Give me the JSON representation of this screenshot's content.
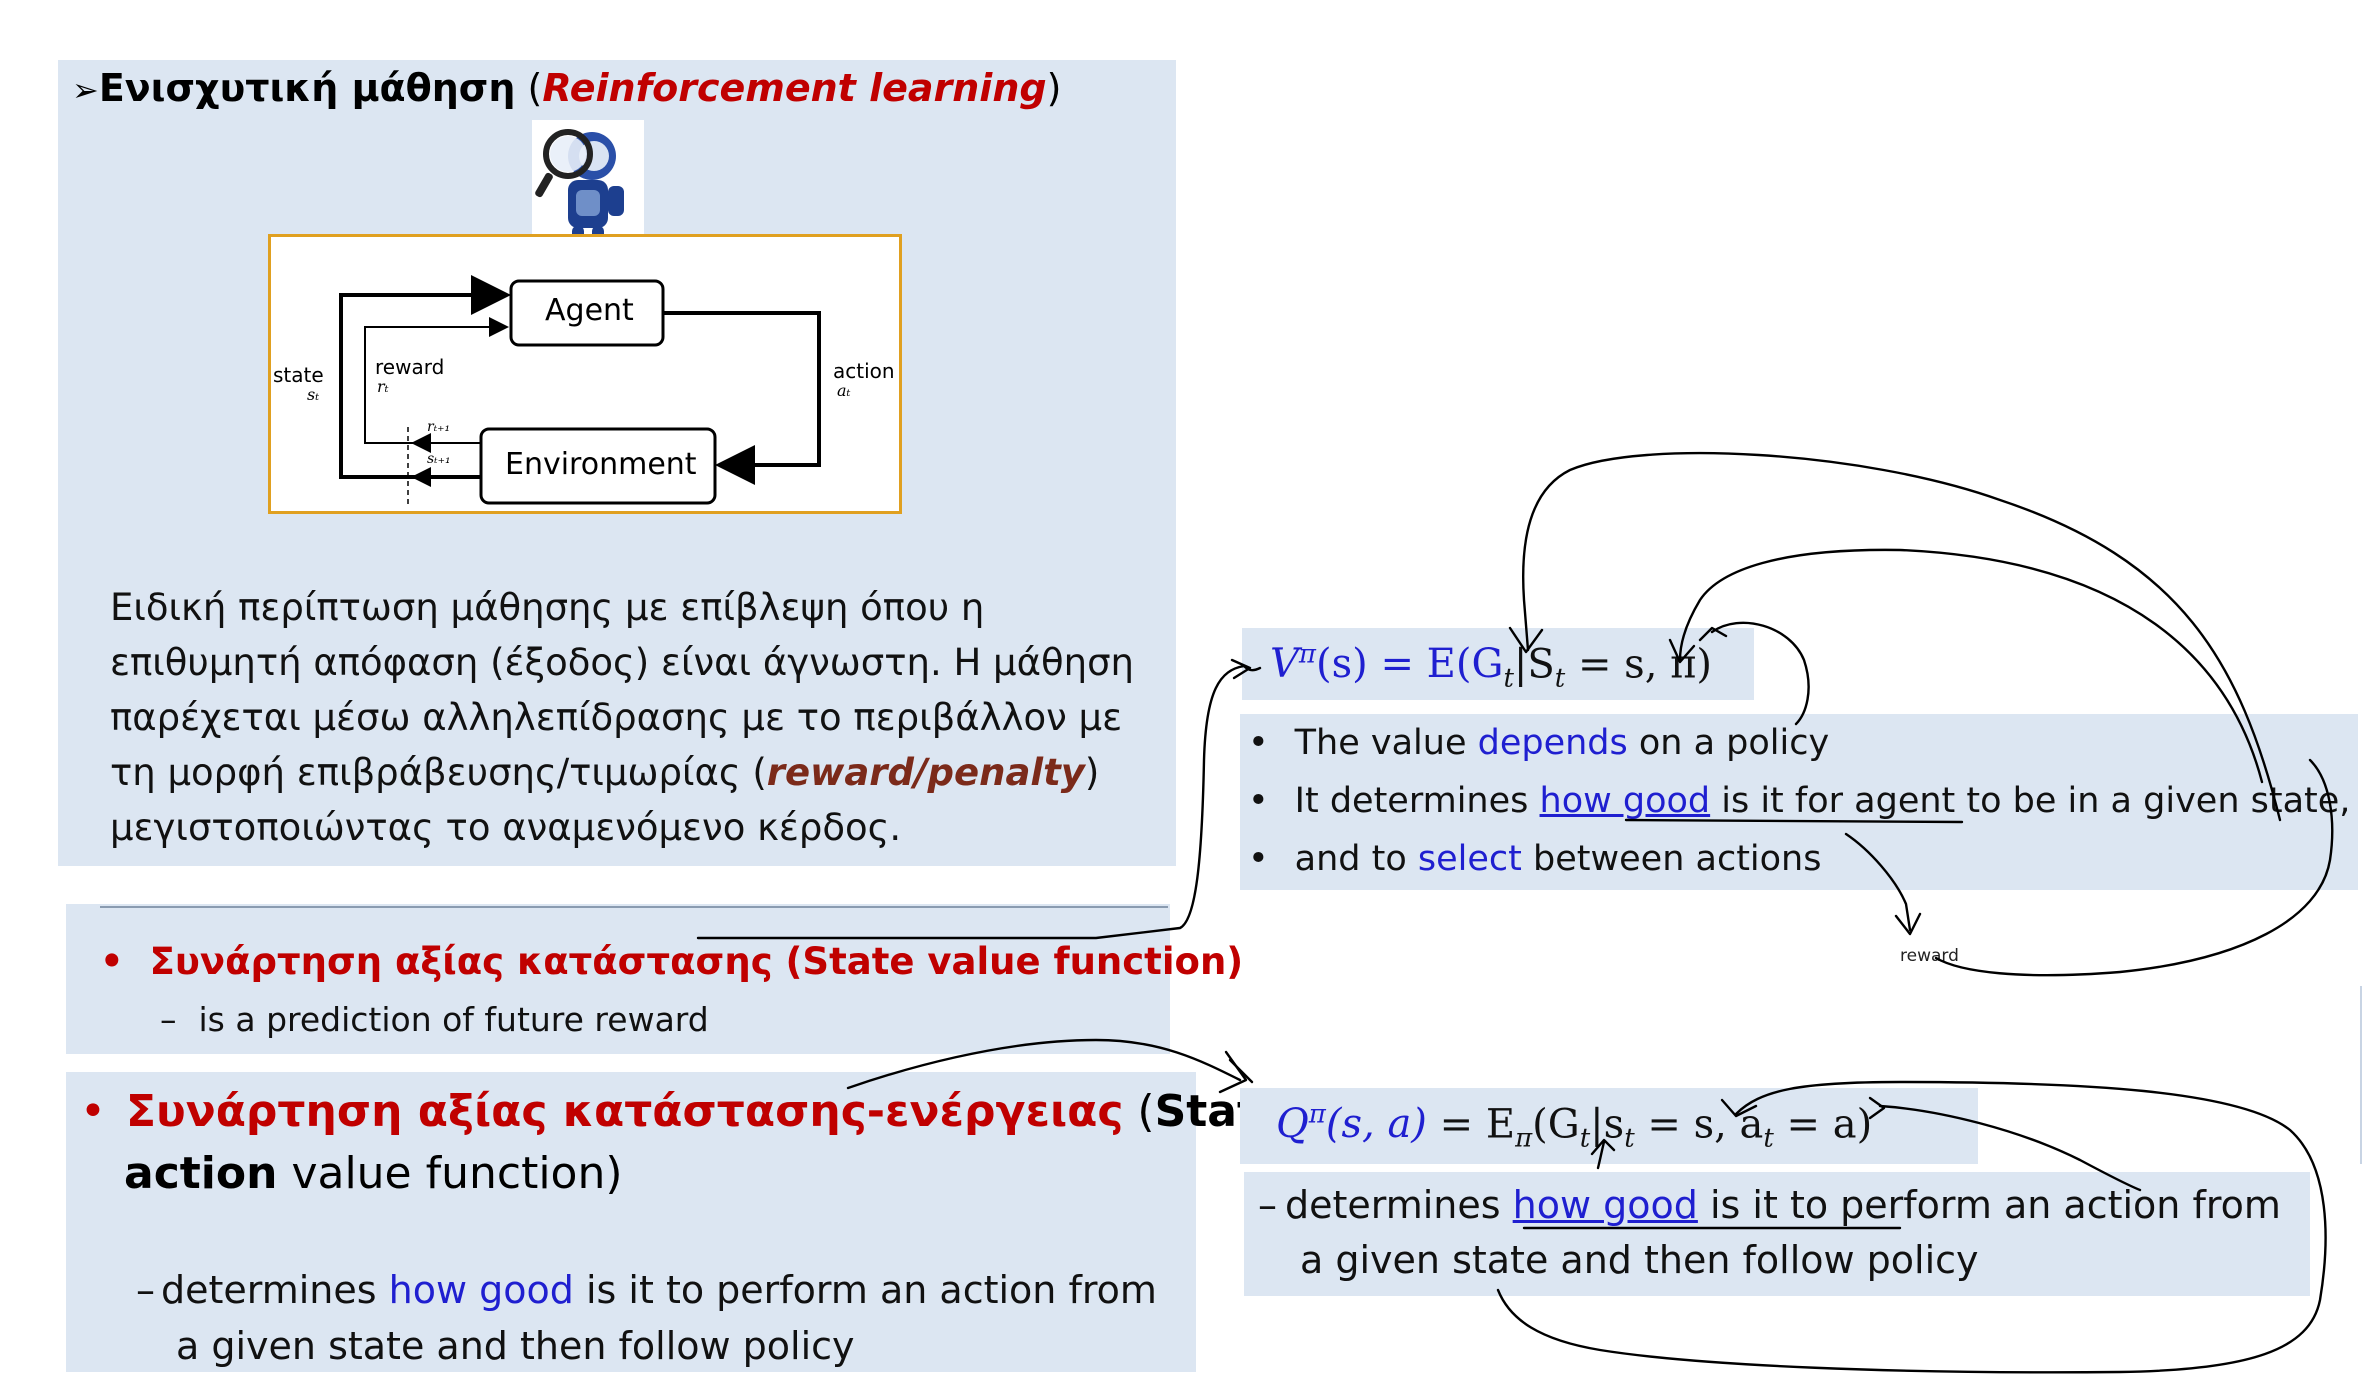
{
  "rl_panel": {
    "title_bold": "Ενισχυτική μάθηση",
    "title_paren_open": " (",
    "title_english": "Reinforcement learning",
    "title_paren_close": ")",
    "diagram": {
      "agent_label": "Agent",
      "environment_label": "Environment",
      "state_label": "state",
      "state_sym": "sₜ",
      "reward_label": "reward",
      "reward_sym": "rₜ",
      "action_label": "action",
      "action_sym": "aₜ",
      "r_next": "rₜ₊₁",
      "s_next": "sₜ₊₁"
    },
    "paragraph_lines": [
      "Ειδική περίπτωση μάθησης με επίβλεψη όπου η",
      "επιθυμητή απόφαση (έξοδος) είναι άγνωστη. Η μάθηση",
      "παρέχεται μέσω αλληλεπίδρασης με το περιβάλλον με",
      "τη μορφή επιβράβευσης/τιμωρίας ("
    ],
    "paragraph_emph": "reward/penalty",
    "paragraph_close": ")",
    "paragraph_last": "μεγιστοποιώντας το αναμενόμενο κέρδος."
  },
  "state_value_panel": {
    "bullet_greek": "Συνάρτηση αξίας κατάστασης",
    "bullet_english": " (State value function)",
    "sub": "is a prediction of future reward"
  },
  "action_value_panel": {
    "line1_red": "Συνάρτηση αξίας κατάστασης-ενέργειας",
    "line1_rest_open": " (",
    "line1_bold": "State-",
    "line2_bold": "action",
    "line2_rest": " value function)",
    "sub_prefix": "determines ",
    "sub_blue": "how good",
    "sub_suffix": " is it to perform an action from",
    "sub_line2": "a given state and then follow policy"
  },
  "v_formula": {
    "text_before": "V",
    "sup": "π",
    "args": "(s) = E(G",
    "sub_t": "t",
    "mid": "|S",
    "sub_t2": "t",
    "end": " = s, π)"
  },
  "v_bullets": [
    {
      "pre": "The value ",
      "blue": "depends",
      "post": " on a policy"
    },
    {
      "pre": "It determines ",
      "blue": "how good",
      "post": " is it for agent to be in a given state,"
    },
    {
      "pre": "and to ",
      "blue": "select",
      "post": " between actions"
    }
  ],
  "q_formula": {
    "q": "Q",
    "sup": "π",
    "args": "(s, a)",
    "eq": " = E",
    "sub_pi": "π",
    "body": "(G",
    "sub_t": "t",
    "mid": "|s",
    "sub_t2": "t",
    "mid2": " = s, a",
    "sub_t3": "t",
    "end": " = a)"
  },
  "q_desc": {
    "prefix": "determines ",
    "blue": "how good",
    "suffix": " is it to perform an action from",
    "line2": "a given state and then follow policy"
  },
  "annotation": {
    "reward_note": "reward"
  },
  "colors": {
    "panel_bg": "#dce6f2",
    "red": "#c00000",
    "dark_red": "#7b2a1a",
    "blue": "#1f1fd0",
    "diagram_border": "#e0a020"
  }
}
